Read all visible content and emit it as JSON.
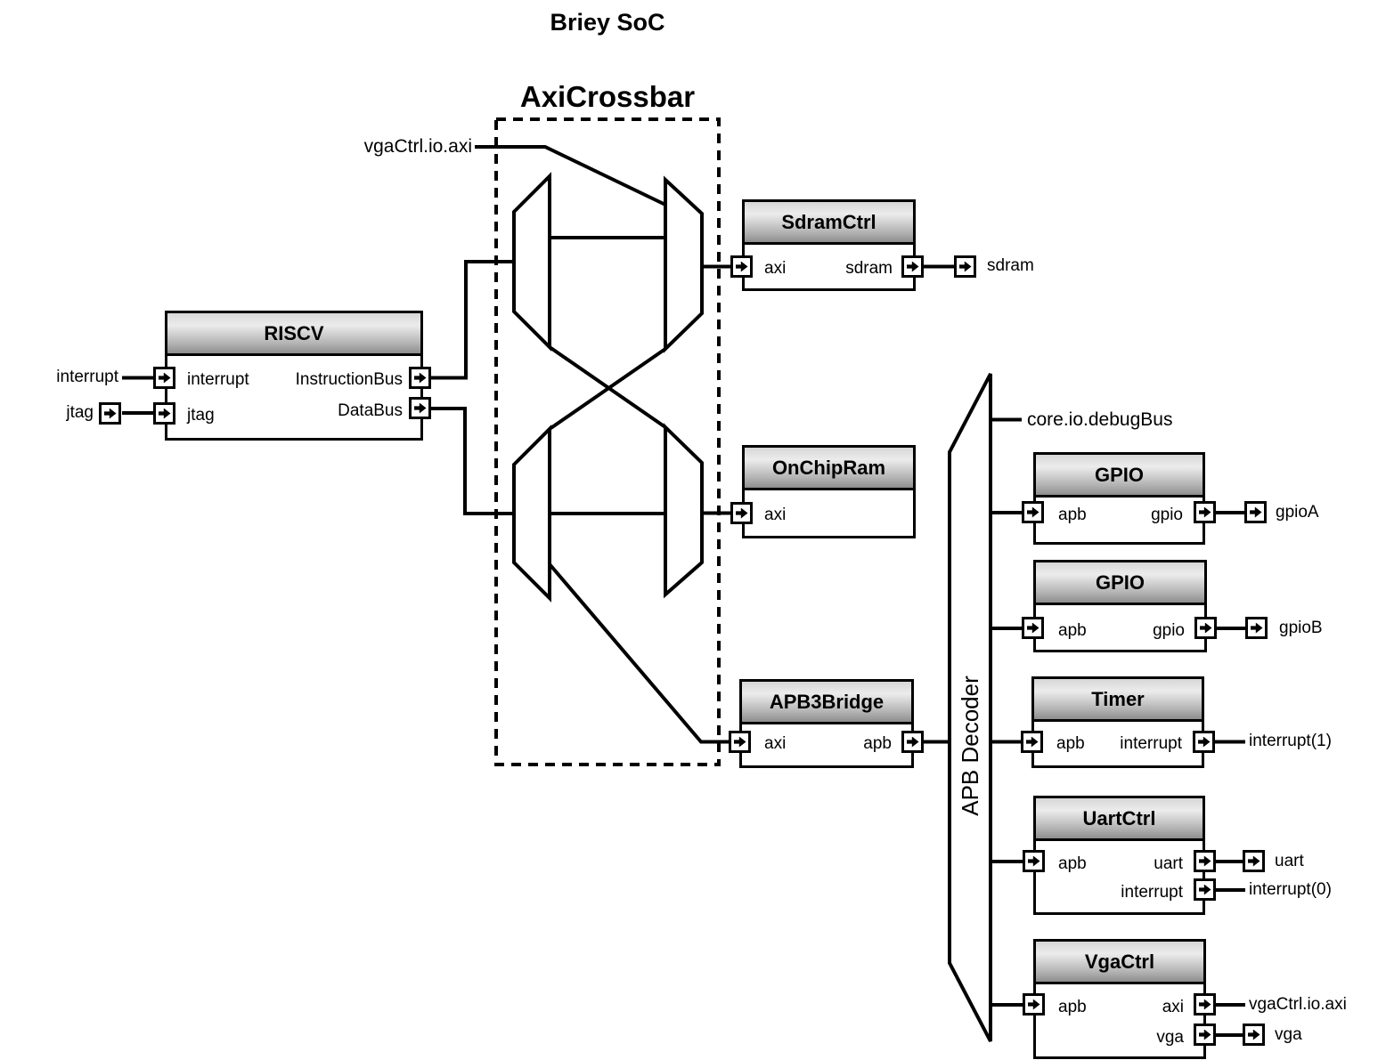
{
  "page_title": "Briey SoC",
  "crossbar": {
    "title": "AxiCrossbar",
    "vga_input_label": "vgaCtrl.io.axi"
  },
  "decoder": {
    "label": "APB Decoder",
    "debug_bus_label": "core.io.debugBus"
  },
  "blocks": {
    "riscv": {
      "title": "RISCV",
      "port_interrupt": "interrupt",
      "port_jtag": "jtag",
      "port_instruction_bus": "InstructionBus",
      "port_data_bus": "DataBus"
    },
    "sdram_ctrl": {
      "title": "SdramCtrl",
      "port_axi": "axi",
      "port_sdram": "sdram"
    },
    "on_chip_ram": {
      "title": "OnChipRam",
      "port_axi": "axi"
    },
    "apb3_bridge": {
      "title": "APB3Bridge",
      "port_axi": "axi",
      "port_apb": "apb"
    },
    "gpio_a": {
      "title": "GPIO",
      "port_apb": "apb",
      "port_gpio": "gpio"
    },
    "gpio_b": {
      "title": "GPIO",
      "port_apb": "apb",
      "port_gpio": "gpio"
    },
    "timer": {
      "title": "Timer",
      "port_apb": "apb",
      "port_interrupt": "interrupt"
    },
    "uart_ctrl": {
      "title": "UartCtrl",
      "port_apb": "apb",
      "port_uart": "uart",
      "port_interrupt": "interrupt"
    },
    "vga_ctrl": {
      "title": "VgaCtrl",
      "port_apb": "apb",
      "port_axi": "axi",
      "port_vga": "vga"
    }
  },
  "external_ports": {
    "interrupt_in": "interrupt",
    "jtag_in": "jtag",
    "sdram_out": "sdram",
    "gpio_a_out": "gpioA",
    "gpio_b_out": "gpioB",
    "timer_interrupt_out": "interrupt(1)",
    "uart_out": "uart",
    "uart_interrupt_out": "interrupt(0)",
    "vga_axi_out": "vgaCtrl.io.axi",
    "vga_out": "vga"
  },
  "colors": {
    "wire": "#000000",
    "background": "#ffffff",
    "header_gradient_top": "#d6d6d6",
    "header_gradient_mid": "#ececec",
    "header_gradient_bottom": "#8e8e8e"
  }
}
